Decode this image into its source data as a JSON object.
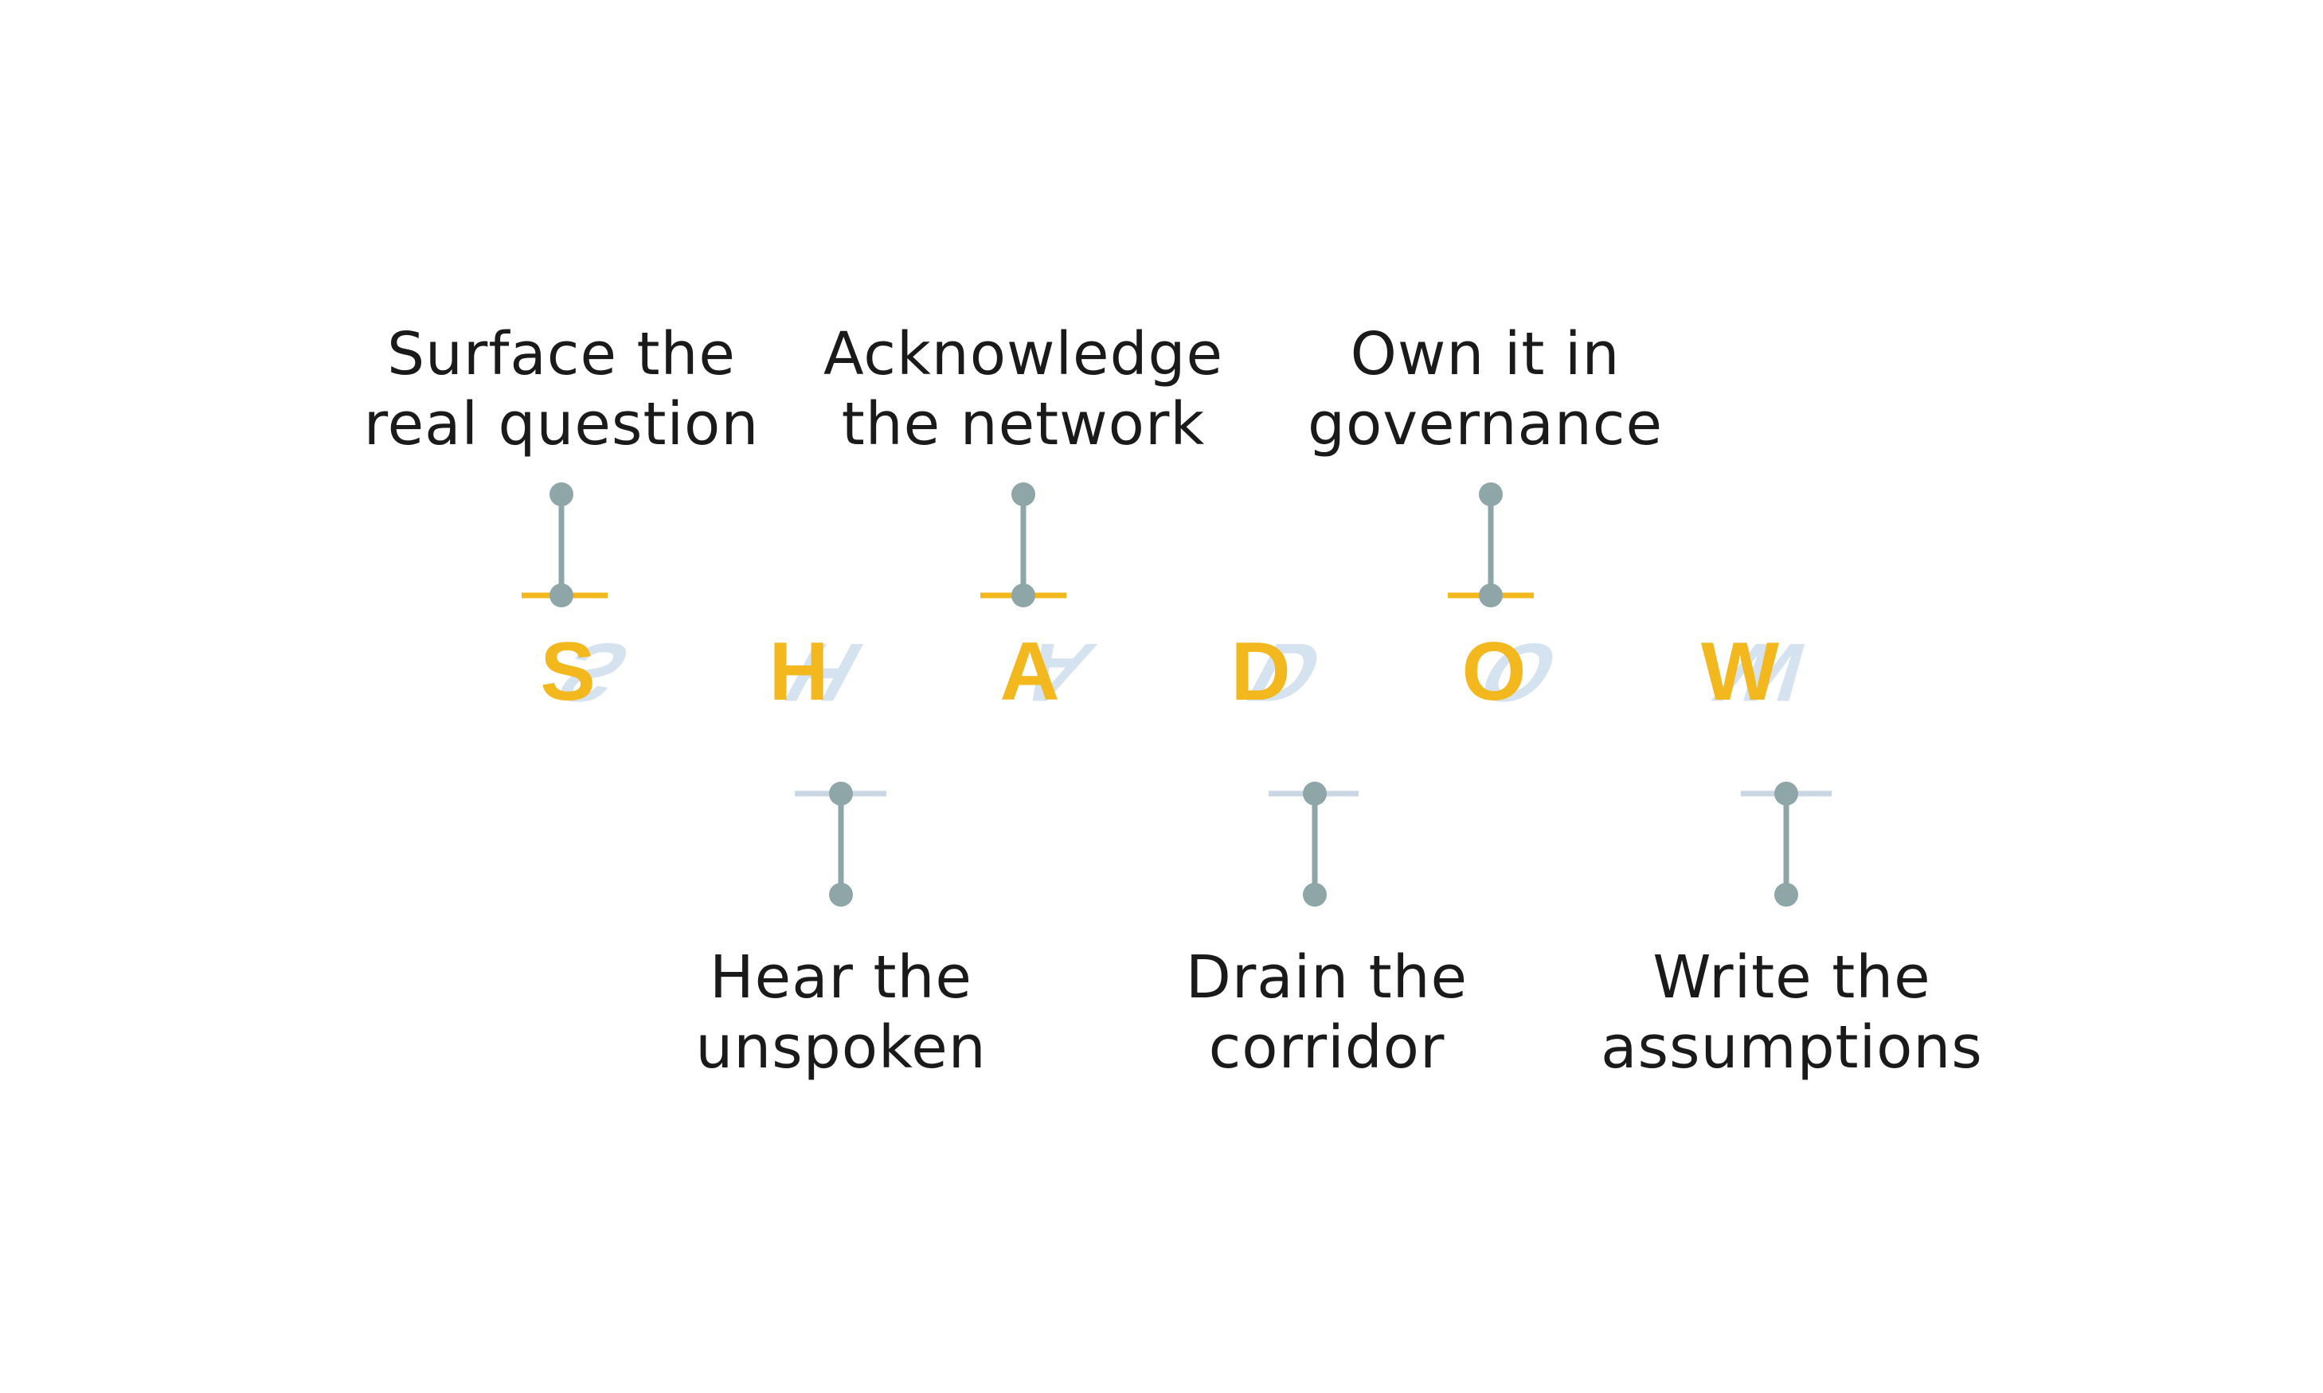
{
  "colors": {
    "letter": "#F2B81E",
    "reflection": "#D5E2EF",
    "connector": "#8FA6A8",
    "top_underline": "#F2B81E",
    "bottom_overline": "#C9D6E3",
    "text": "#1a1a1a"
  },
  "acronym": {
    "letters": [
      "S",
      "H",
      "A",
      "D",
      "O",
      "W"
    ]
  },
  "steps": [
    {
      "letter": "S",
      "position": "top",
      "line1": "Surface the",
      "line2": "real question"
    },
    {
      "letter": "H",
      "position": "bottom",
      "line1": "Hear the",
      "line2": "unspoken"
    },
    {
      "letter": "A",
      "position": "top",
      "line1": "Acknowledge",
      "line2": "the network"
    },
    {
      "letter": "D",
      "position": "bottom",
      "line1": "Drain the",
      "line2": "corridor"
    },
    {
      "letter": "O",
      "position": "top",
      "line1": "Own it in",
      "line2": "governance"
    },
    {
      "letter": "W",
      "position": "bottom",
      "line1": "Write the",
      "line2": "assumptions"
    }
  ]
}
